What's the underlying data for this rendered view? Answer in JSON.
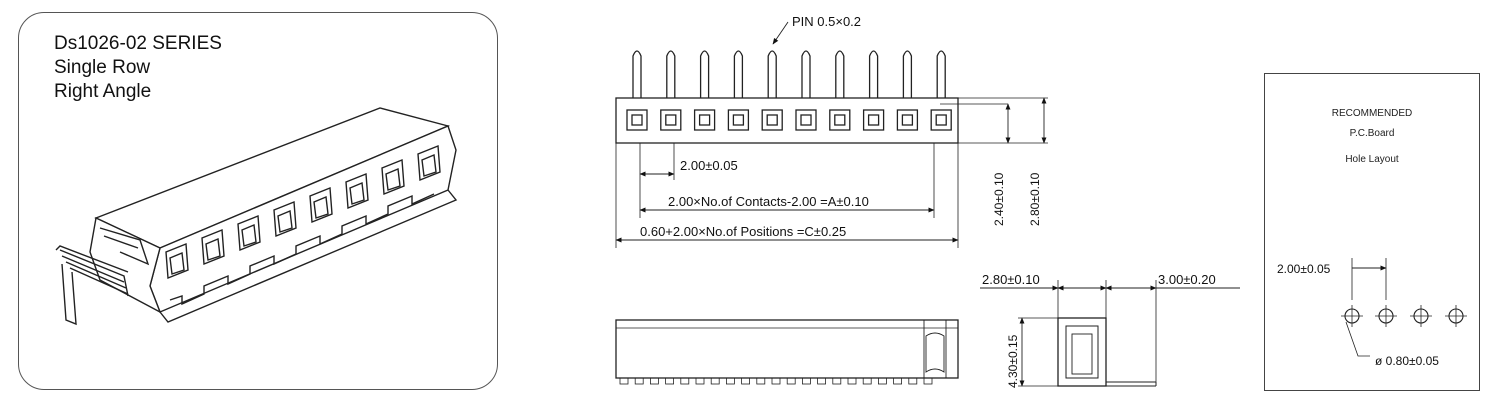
{
  "product": {
    "series": "Ds1026-02 SERIES",
    "row_type": "Single Row",
    "orientation": "Right Angle"
  },
  "front_view": {
    "pin_label": "PIN 0.5×0.2",
    "pitch": "2.00±0.05",
    "dim_a": "2.00×No.of Contacts-2.00 =A±0.10",
    "dim_c": "0.60+2.00×No.of Positions =C±0.25",
    "height_inner": "2.40±0.10",
    "height_outer": "2.80±0.10"
  },
  "side_view": {
    "width_top": "2.80±0.10",
    "tail": "3.00±0.20",
    "height": "4.30±0.15"
  },
  "pcb_layout": {
    "line1": "RECOMMENDED",
    "line2": "P.C.Board",
    "line3": "Hole Layout",
    "pitch": "2.00±0.05",
    "hole": "ø 0.80±0.05"
  },
  "pin_count": 10
}
